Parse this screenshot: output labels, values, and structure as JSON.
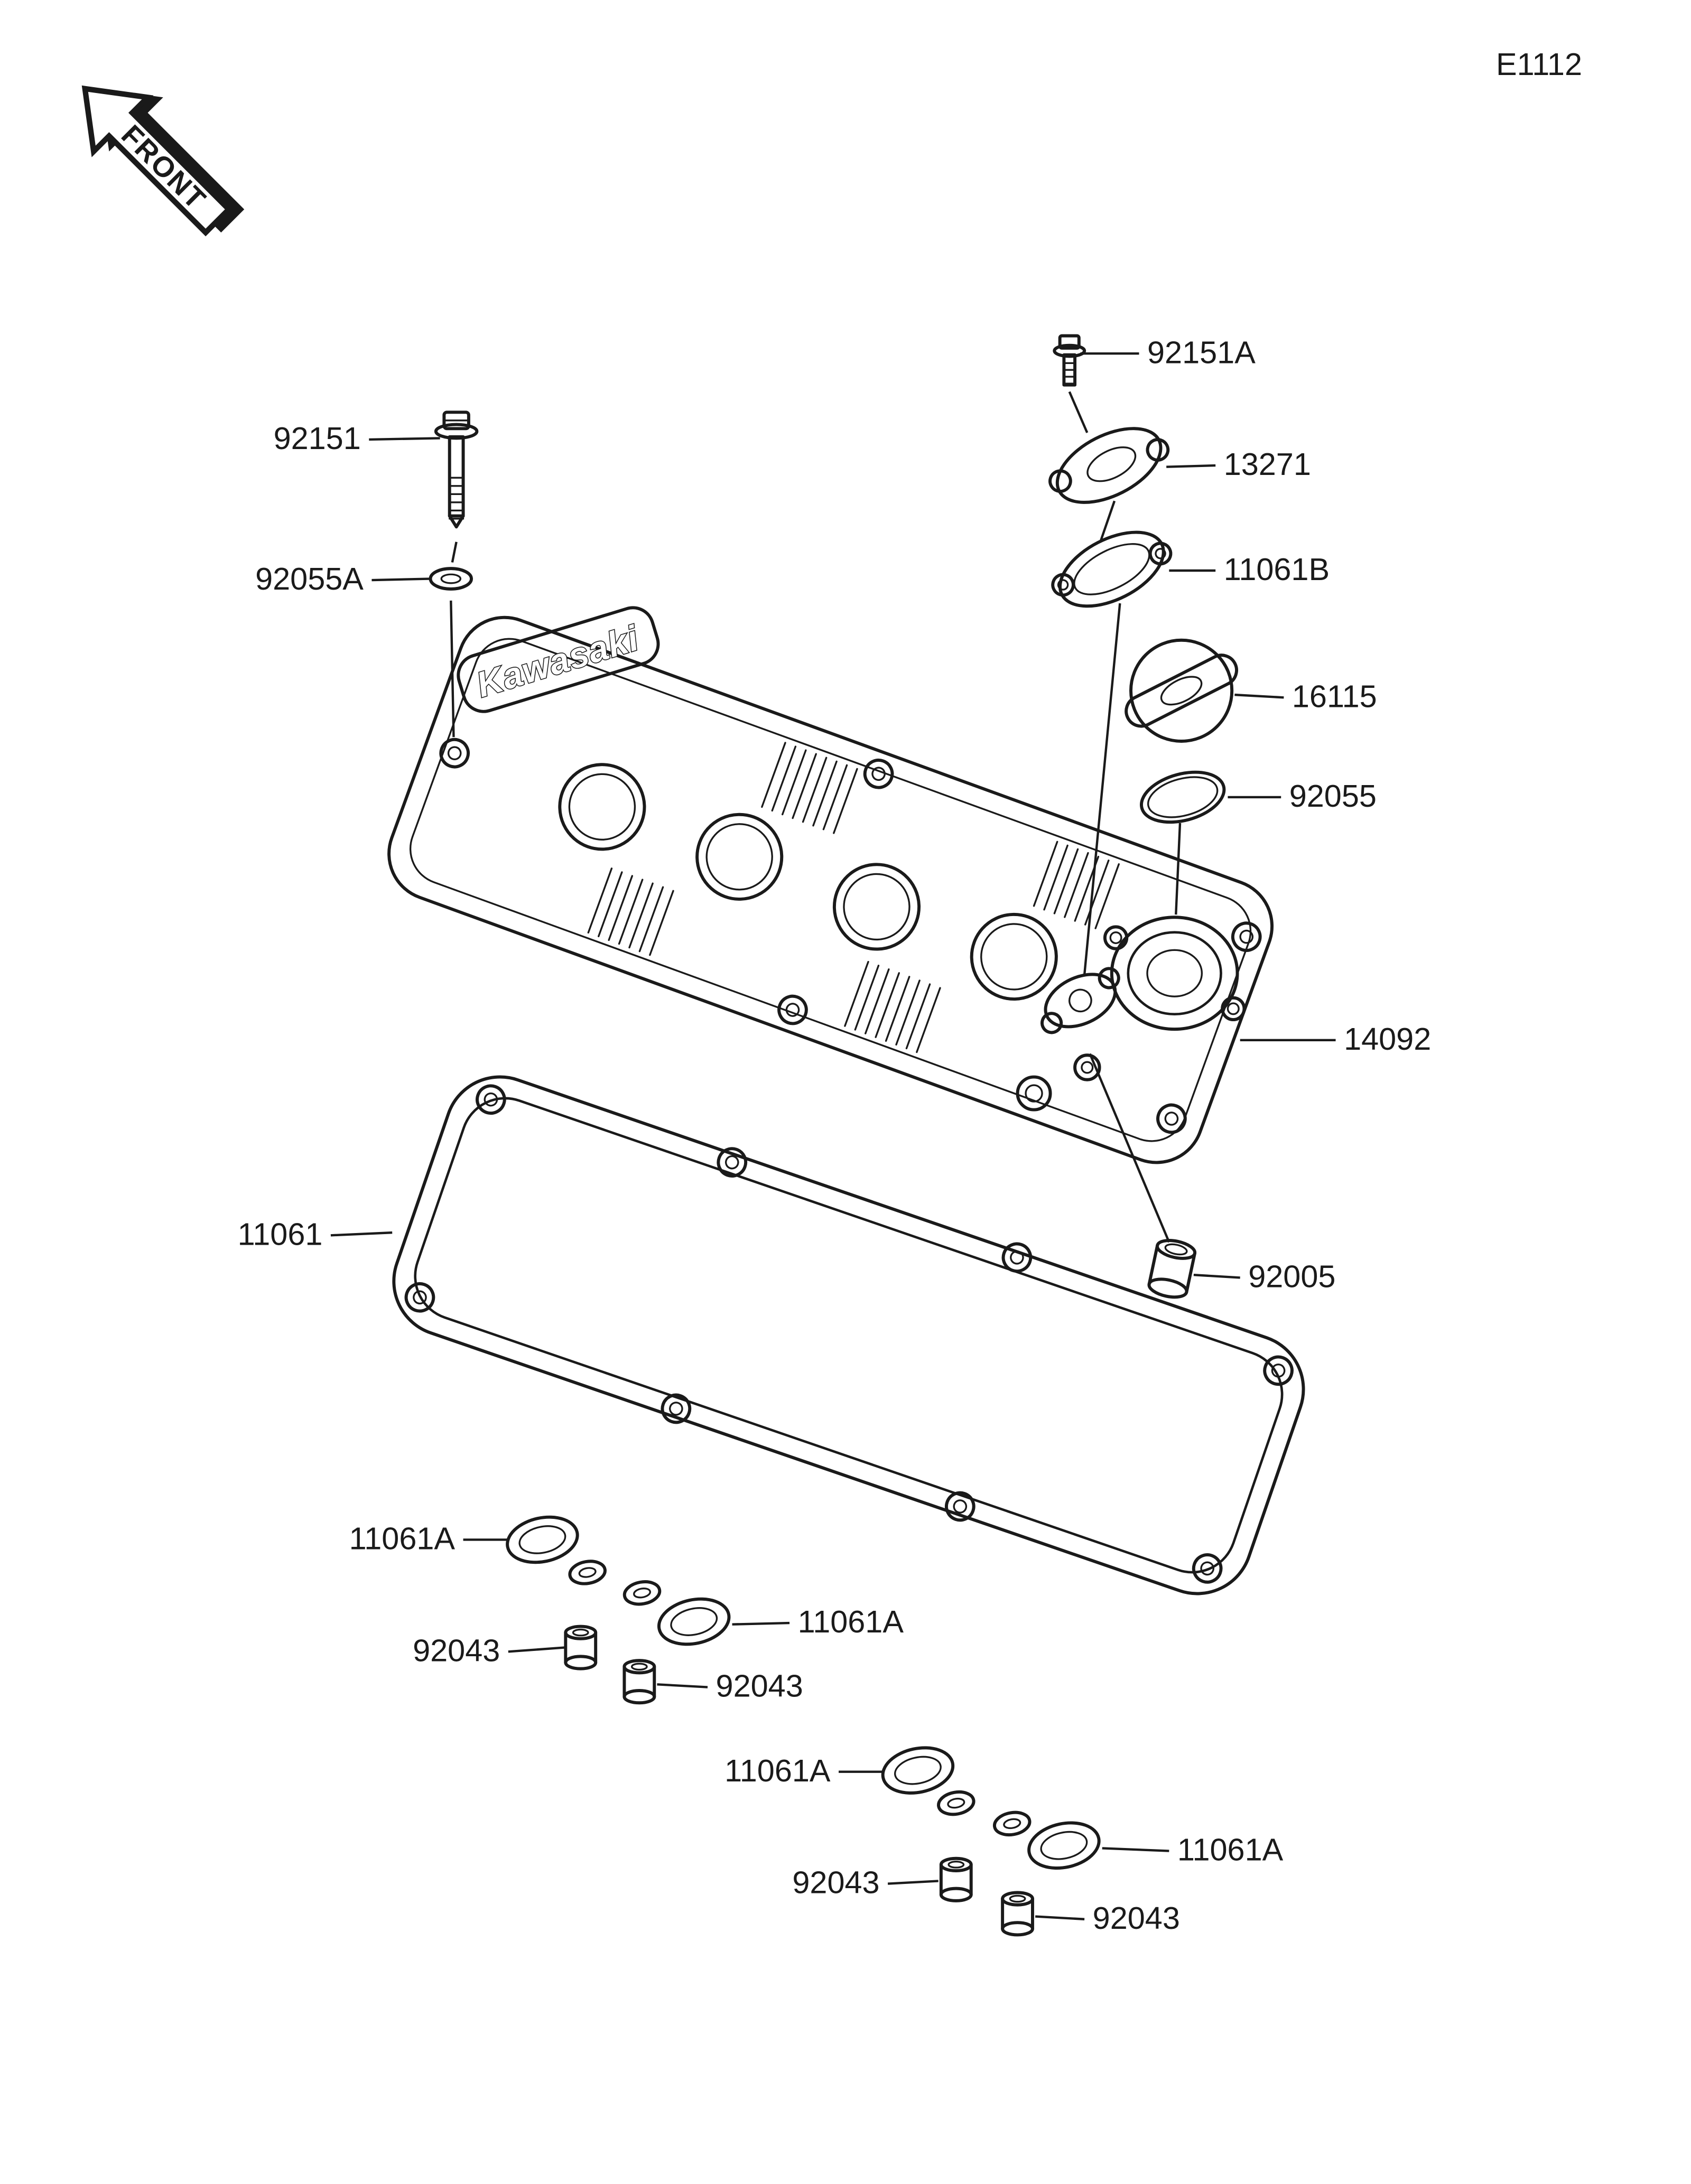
{
  "meta": {
    "drawing_code": "E1112",
    "front_marker": "FRONT",
    "brand_logo": "Kawasaki"
  },
  "parts": {
    "bolt_a": "92151A",
    "breather_body_cover": "13271",
    "breather_gasket": "11061B",
    "oil_filler_cap": "16115",
    "cap_oring": "92055",
    "bolt": "92151",
    "washer": "92055A",
    "head_cover": "14092",
    "cover_gasket": "11061",
    "fitting": "92005",
    "grommet": "11061A",
    "collar": "92043"
  }
}
